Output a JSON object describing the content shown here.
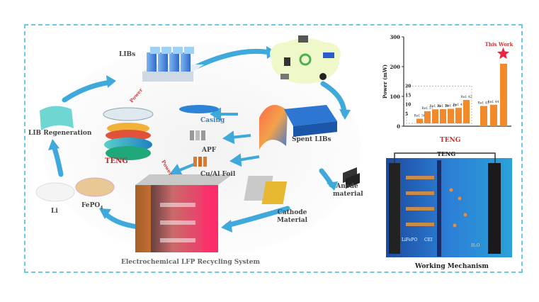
{
  "labels": {
    "libs": "LIBs",
    "spent_libs": "Spent LIBs",
    "lib_regeneration": "LIB Regeneration",
    "teng": "TENG",
    "casing": "Casing",
    "apf": "APF",
    "cu_al_foil": "Cu/Al Foil",
    "anode_material": "Anode material",
    "cathode_material": "Cathode Material",
    "li": "Li",
    "fepo4": "FePO",
    "fepo4_sub": "4",
    "system": "Electrochemical LFP Recycling System",
    "power": "Power",
    "power2": "Power",
    "working_mechanism": "Working Mechanism",
    "teng_right": "TENG",
    "mech_teng": "TENG",
    "lifepo4": "LiFePO",
    "cei": "CEI",
    "h2o": "H₂O"
  },
  "chart_data": {
    "type": "bar",
    "ylabel": "Power (mW)",
    "xlabel": "TENG",
    "yticks": [
      "0",
      "100",
      "200",
      "300"
    ],
    "inset_yticks": [
      "0",
      "5",
      "10",
      "15",
      "20"
    ],
    "annotations": [
      "This Work"
    ],
    "bar_labels": [
      "Ref. 36",
      "Ref. 37",
      "Ref. 38",
      "Ref. 39",
      "Ref. 40",
      "Ref. 41",
      "Ref. 42",
      "Ref. 43",
      "Ref. 44"
    ],
    "values_zoomed": [
      2.5,
      6.5,
      7.5,
      7.6,
      7.8,
      8.3,
      12.5
    ],
    "values_main": [
      68,
      72,
      210
    ],
    "ylim": [
      0,
      300
    ],
    "colors": {
      "bar": "#f28a2c",
      "star": "#e8253a",
      "axis": "#333333"
    }
  },
  "colors": {
    "arrow": "#3fa9dc",
    "frame": "#6cc6e6",
    "label": "#444444"
  }
}
